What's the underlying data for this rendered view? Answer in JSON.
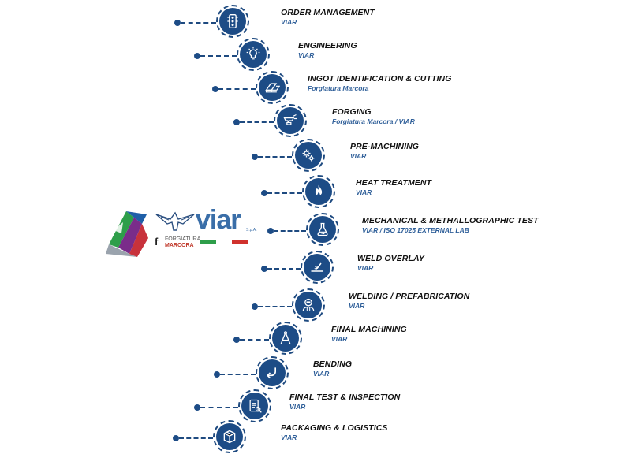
{
  "steps": [
    {
      "title": "ORDER MANAGEMENT",
      "sub": "VIAR",
      "icon": "traffic-light-icon"
    },
    {
      "title": "ENGINEERING",
      "sub": "VIAR",
      "icon": "lightbulb-icon"
    },
    {
      "title": "INGOT IDENTIFICATION & CUTTING",
      "sub": "Forgiatura Marcora",
      "icon": "ingot-icon"
    },
    {
      "title": "FORGING",
      "sub": "Forgiatura Marcora / VIAR",
      "icon": "anvil-icon"
    },
    {
      "title": "PRE-MACHINING",
      "sub": "VIAR",
      "icon": "gears-icon"
    },
    {
      "title": "HEAT TREATMENT",
      "sub": "VIAR",
      "icon": "flame-icon"
    },
    {
      "title": "MECHANICAL & METHALLOGRAPHIC TEST",
      "sub": "VIAR / ISO 17025 EXTERNAL LAB",
      "icon": "flask-icon"
    },
    {
      "title": "WELD OVERLAY",
      "sub": "VIAR",
      "icon": "weld-spark-icon"
    },
    {
      "title": "WELDING / PREFABRICATION",
      "sub": "VIAR",
      "icon": "welder-icon"
    },
    {
      "title": "FINAL MACHINING",
      "sub": "VIAR",
      "icon": "compass-icon"
    },
    {
      "title": "BENDING",
      "sub": "VIAR",
      "icon": "bend-arrow-icon"
    },
    {
      "title": "FINAL TEST & INSPECTION",
      "sub": "VIAR",
      "icon": "checklist-icon"
    },
    {
      "title": "PACKAGING & LOGISTICS",
      "sub": "VIAR",
      "icon": "box-icon"
    }
  ],
  "logo": {
    "brand": "viar",
    "brand_suffix": "S.p.A.",
    "partner_line1": "FORGIATURA",
    "partner_line2": "MARCORA"
  },
  "colors": {
    "primary": "#1d4c86",
    "subtitle": "#2f5f99",
    "flag_green": "#2e9e4a",
    "flag_white": "#ffffff",
    "flag_red": "#d0312d"
  }
}
